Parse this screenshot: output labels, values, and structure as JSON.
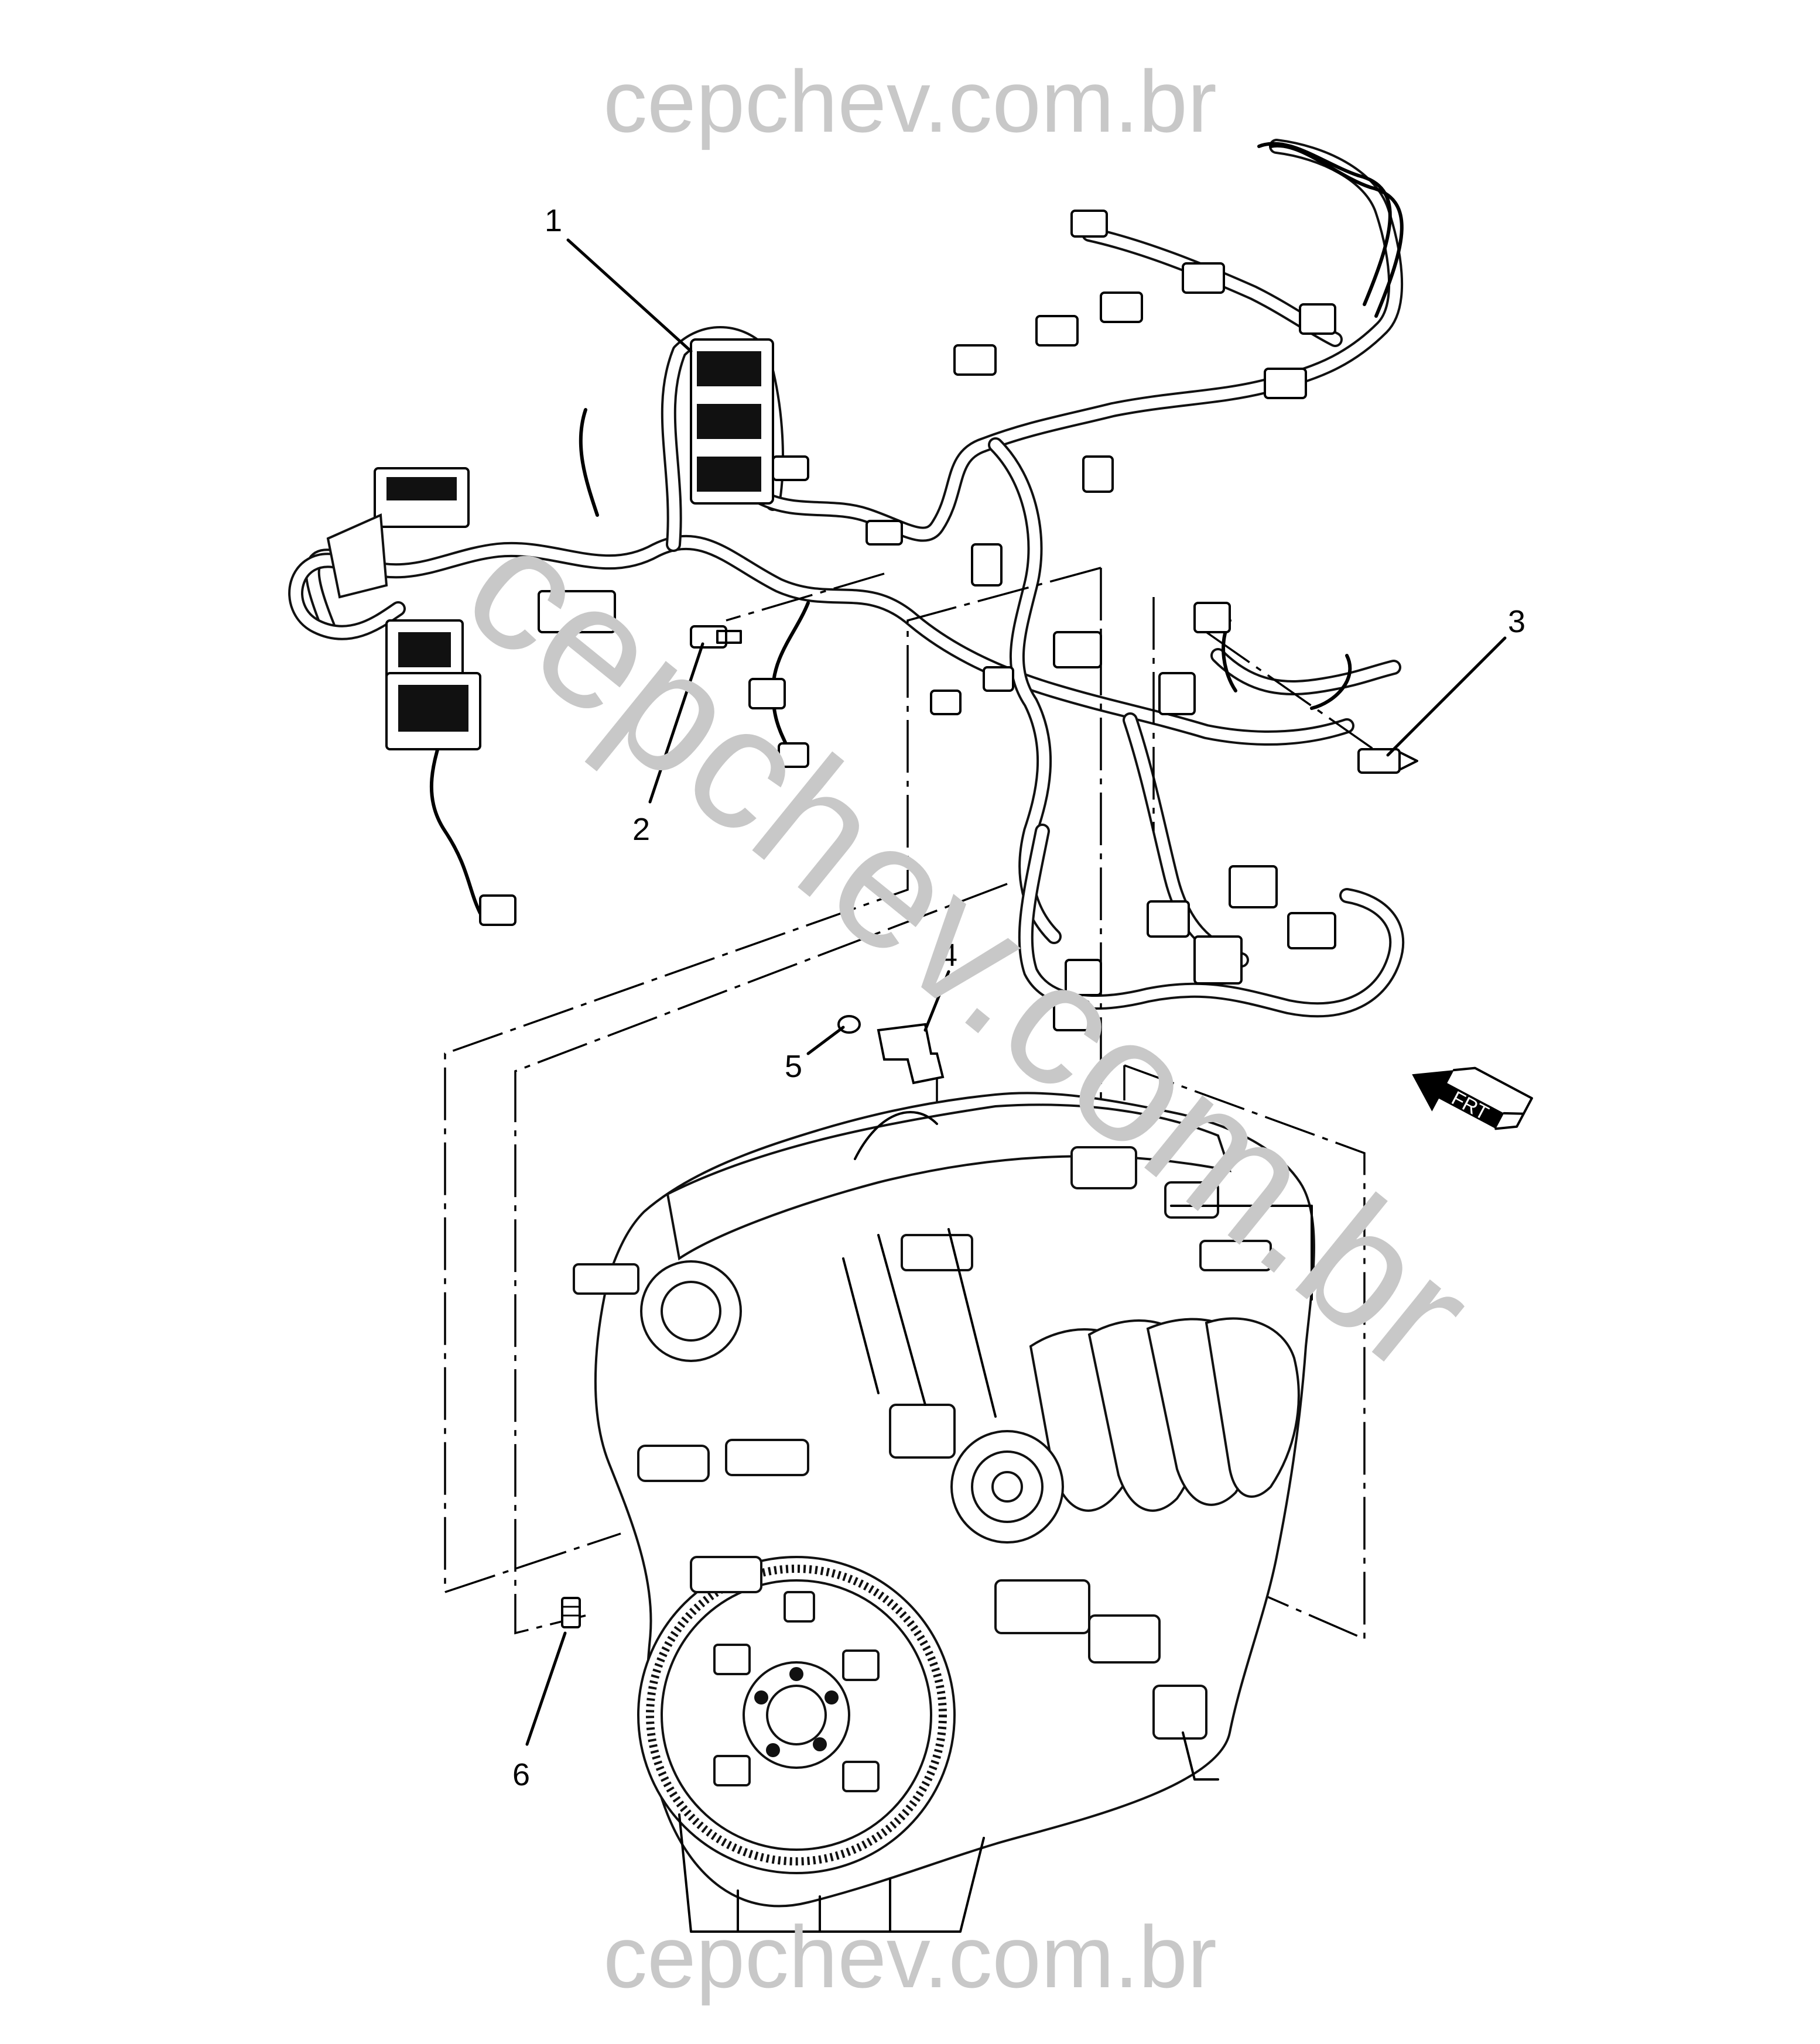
{
  "watermark": {
    "top": "cepchev.com.br",
    "bottom": "cepchev.com.br",
    "diagonal": "cepchev.com.br",
    "color": "#c8c8c8"
  },
  "callouts": [
    {
      "id": "1",
      "label": "1"
    },
    {
      "id": "2",
      "label": "2"
    },
    {
      "id": "3",
      "label": "3"
    },
    {
      "id": "4",
      "label": "4"
    },
    {
      "id": "5",
      "label": "5"
    },
    {
      "id": "6",
      "label": "6"
    }
  ],
  "front_indicator": {
    "label": "FRT",
    "icon": "front-arrow-icon"
  }
}
